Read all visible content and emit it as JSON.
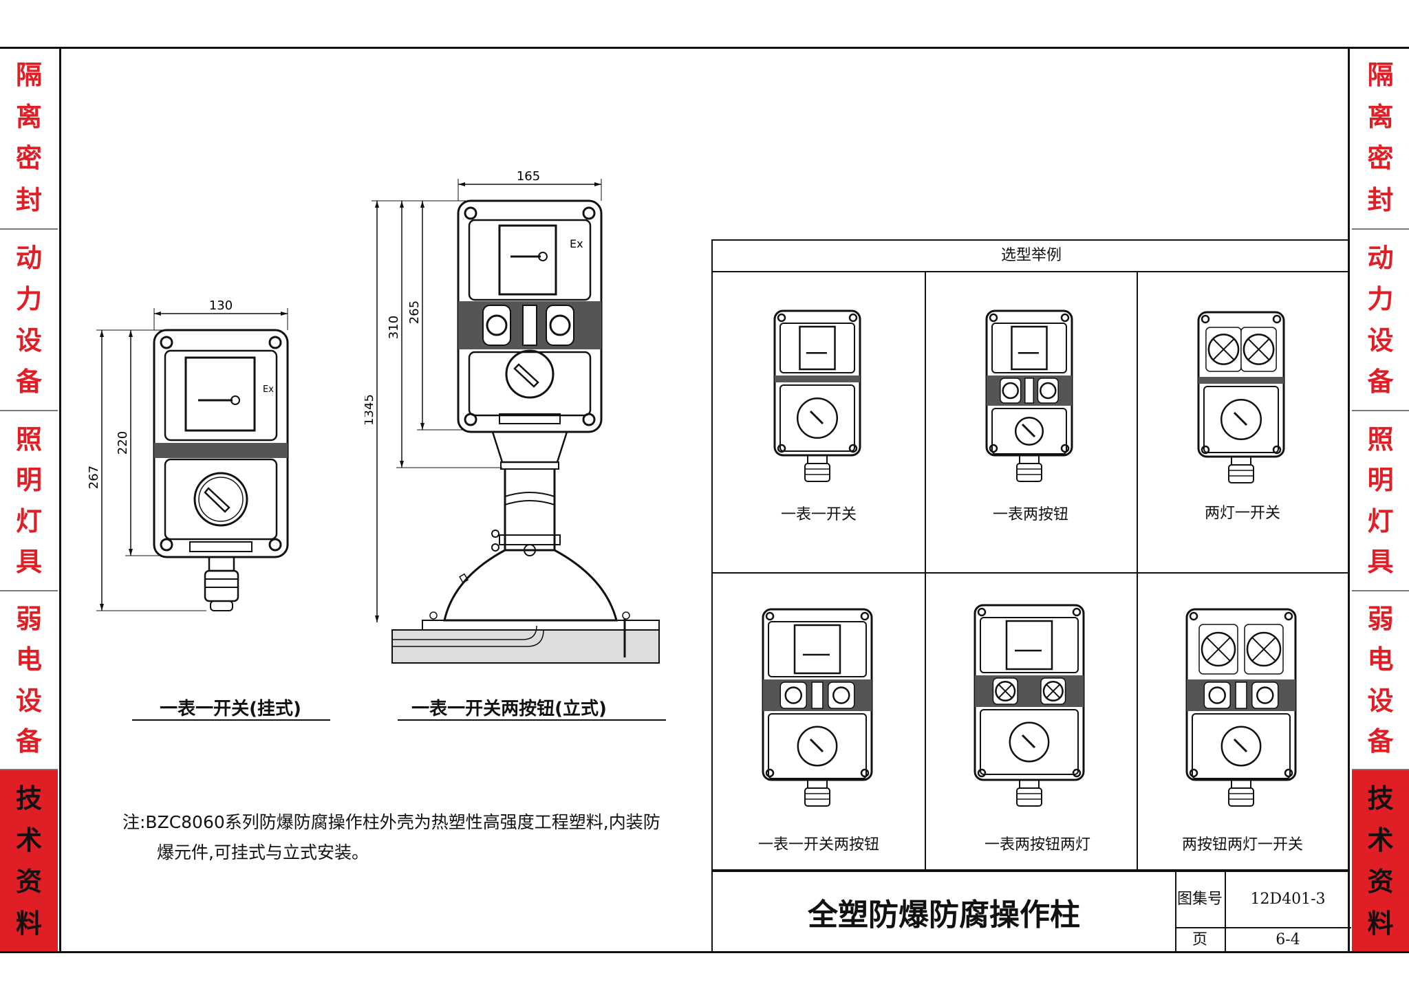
{
  "side_tabs": {
    "left": [
      {
        "label": "隔离密封",
        "chars": [
          "隔",
          "离",
          "密",
          "封"
        ],
        "active": false
      },
      {
        "label": "动力设备",
        "chars": [
          "动",
          "力",
          "设",
          "备"
        ],
        "active": false
      },
      {
        "label": "照明灯具",
        "chars": [
          "照",
          "明",
          "灯",
          "具"
        ],
        "active": false
      },
      {
        "label": "弱电设备",
        "chars": [
          "弱",
          "电",
          "设",
          "备"
        ],
        "active": false
      },
      {
        "label": "技术资料",
        "chars": [
          "技",
          "术",
          "资",
          "料"
        ],
        "active": true
      }
    ],
    "right": [
      {
        "label": "隔离密封",
        "chars": [
          "隔",
          "离",
          "密",
          "封"
        ],
        "active": false
      },
      {
        "label": "动力设备",
        "chars": [
          "动",
          "力",
          "设",
          "备"
        ],
        "active": false
      },
      {
        "label": "照明灯具",
        "chars": [
          "照",
          "明",
          "灯",
          "具"
        ],
        "active": false
      },
      {
        "label": "弱电设备",
        "chars": [
          "弱",
          "电",
          "设",
          "备"
        ],
        "active": false
      },
      {
        "label": "技术资料",
        "chars": [
          "技",
          "术",
          "资",
          "料"
        ],
        "active": true
      }
    ]
  },
  "colors": {
    "tab_text": "#e01e25",
    "tab_active_bg": "#e01e25",
    "line": "#111111"
  },
  "drawing_wall": {
    "caption": "一表一开关(挂式)",
    "dim_width": "130",
    "dim_inner_height": "220",
    "dim_total_height": "267",
    "ex_mark": "Ex"
  },
  "drawing_stand": {
    "caption": "一表一开关两按钮(立式)",
    "dim_width": "165",
    "dim_h1": "265",
    "dim_h2": "310",
    "dim_total": "1345",
    "ex_mark": "Ex"
  },
  "note": {
    "line1": "注:BZC8060系列防爆防腐操作柱外壳为热塑性高强度工程塑料,内装防",
    "line2": "爆元件,可挂式与立式安装。"
  },
  "selection_table": {
    "header": "选型举例",
    "cells": [
      {
        "label": "一表一开关",
        "config": "meter-switch"
      },
      {
        "label": "一表两按钮",
        "config": "meter-buttons"
      },
      {
        "label": "两灯一开关",
        "config": "lamps-switch"
      },
      {
        "label": "一表一开关两按钮",
        "config": "meter-buttons-switch"
      },
      {
        "label": "一表两按钮两灯",
        "config": "meter-lamps-buttons"
      },
      {
        "label": "两按钮两灯一开关",
        "config": "lamps-buttons-switch"
      }
    ]
  },
  "title_block": {
    "title": "全塑防爆防腐操作柱",
    "atlas_label": "图集号",
    "atlas_no": "12D401-3",
    "page_label": "页",
    "page_no": "6-4"
  }
}
